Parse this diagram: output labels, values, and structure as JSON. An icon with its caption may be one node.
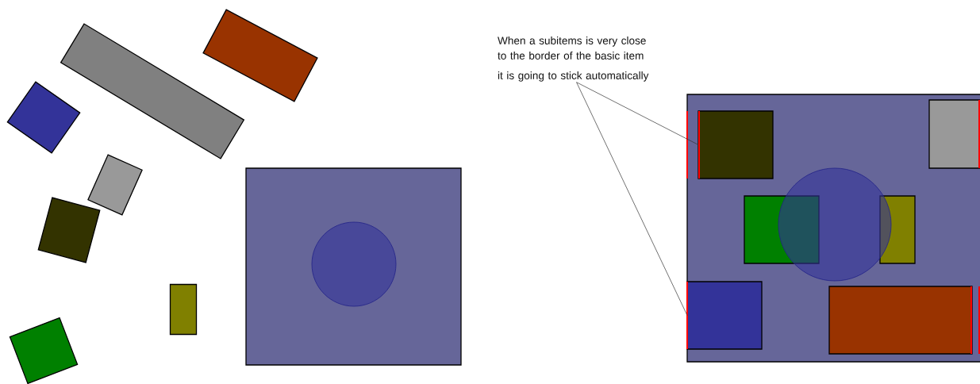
{
  "diagram": {
    "nodes": [
      {
        "text": [],
        "shape": "box"
      },
      {
        "text": [],
        "shape": "box"
      },
      {
        "text": [],
        "shape": "box"
      },
      {
        "text": [],
        "shape": "box"
      },
      {
        "text": [],
        "shape": "box"
      },
      {
        "text": [],
        "shape": "box"
      },
      {
        "text": [],
        "shape": "box"
      },
      {
        "text": [],
        "shape": "box"
      },
      {
        "text": [],
        "shape": "circle",
        "in": 7
      },
      {
        "text": [
          "When a subitems is very close to the border of the basic item",
          "it is going to stick automatically"
        ]
      },
      {
        "text": [],
        "shape": "box"
      },
      {
        "text": [],
        "shape": "box",
        "in": 10
      },
      {
        "text": [],
        "shape": "box",
        "in": 10
      },
      {
        "text": [],
        "shape": "box",
        "in": 10
      },
      {
        "text": [],
        "shape": "circle",
        "in": 10
      },
      {
        "text": [],
        "shape": "box",
        "in": 10
      },
      {
        "text": [],
        "shape": "box",
        "in": 10
      },
      {
        "text": [],
        "shape": "box",
        "in": 10
      }
    ],
    "edges": [
      {
        "from": 9,
        "to": 11,
        "arrow": "none"
      },
      {
        "from": 9,
        "to": 16,
        "arrow": "none"
      }
    ]
  }
}
